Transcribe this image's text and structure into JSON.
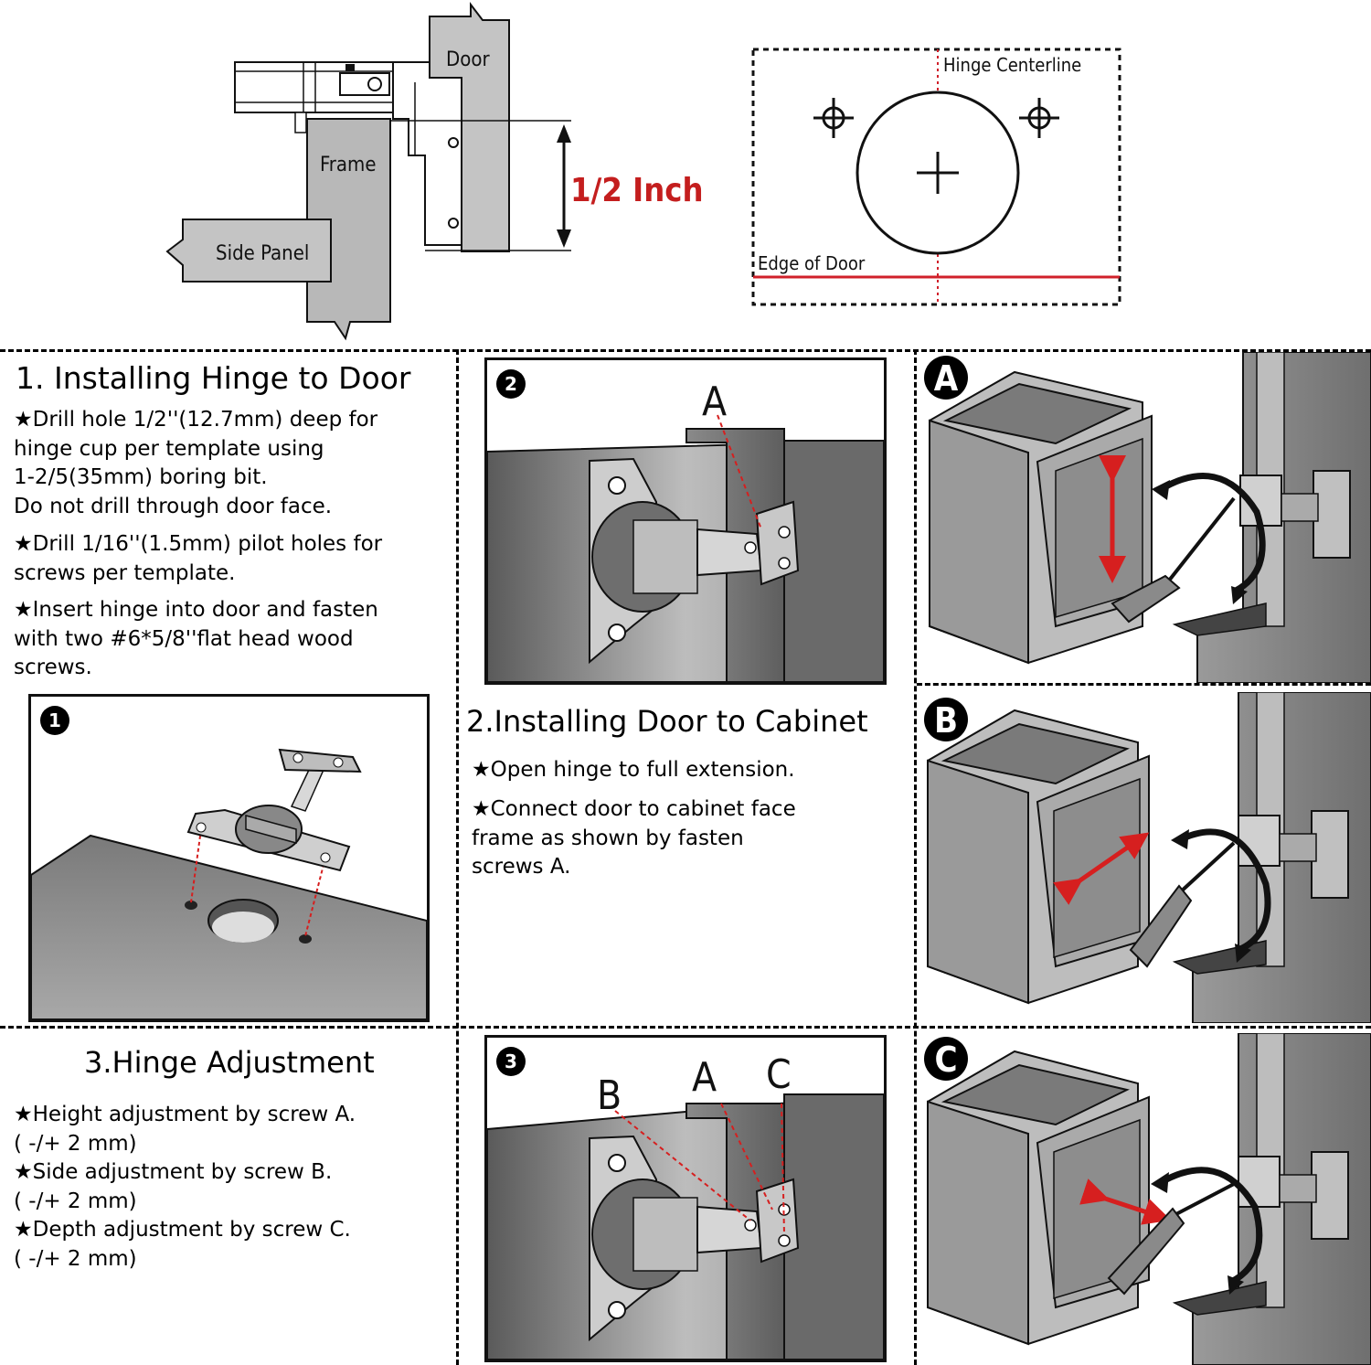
{
  "top": {
    "side_section": {
      "door_label": "Door",
      "frame_label": "Frame",
      "side_panel_label": "Side Panel",
      "measure_label": "1/2 Inch",
      "measure_color": "#c41e1e"
    },
    "template": {
      "centerline_label": "Hinge Centerline",
      "edge_label": "Edge of Door",
      "line_color": "#d0202a"
    }
  },
  "section1": {
    "title": "1. Installing Hinge to Door",
    "bullets": [
      "★Drill hole 1/2''(12.7mm) deep for\n   hinge cup per template using\n   1-2/5(35mm) boring bit.\n   Do not drill through door face.",
      "★Drill 1/16''(1.5mm) pilot holes for\n   screws per template.",
      "★Insert hinge into door and fasten\n   with two #6*5/8''flat head wood\n   screws."
    ],
    "step_badge": "1"
  },
  "section2": {
    "title": "2.Installing Door to Cabinet",
    "bullets": [
      "★Open hinge to full extension.",
      "★Connect door to cabinet face\n   frame as shown by fasten\n   screws A."
    ],
    "step_badge": "2",
    "screw_label": "A"
  },
  "section3": {
    "title": "3.Hinge Adjustment",
    "bullets": [
      "★Height adjustment by screw A.\n   ( -/+ 2 mm)",
      "★Side adjustment by screw B.\n   ( -/+ 2 mm)",
      "★Depth adjustment by screw C.\n   ( -/+ 2 mm)"
    ],
    "step_badge": "3",
    "screw_labels": [
      "B",
      "A",
      "C"
    ]
  },
  "adjustments": [
    {
      "badge": "A",
      "direction": "vertical"
    },
    {
      "badge": "B",
      "direction": "side"
    },
    {
      "badge": "C",
      "direction": "depth"
    }
  ],
  "colors": {
    "arrow_red": "#d61f1f",
    "panel_gray": "#8a8a8a",
    "line_black": "#111111"
  }
}
